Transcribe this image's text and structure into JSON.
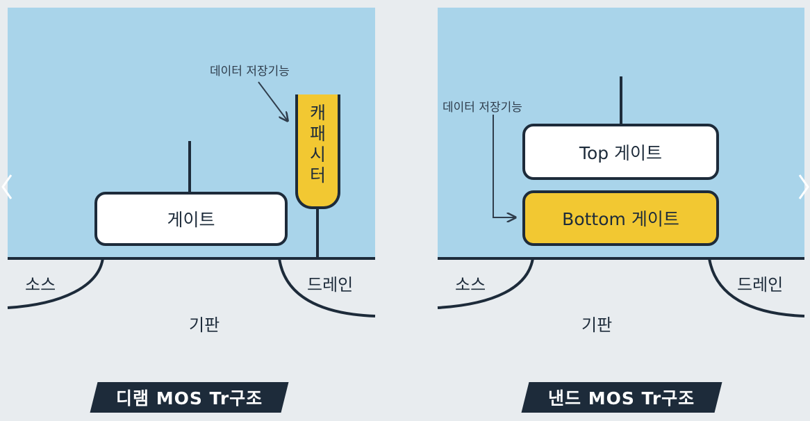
{
  "left": {
    "data_storage_label": "데이터 저장기능",
    "capacitor_chars": [
      "캐",
      "패",
      "시",
      "터"
    ],
    "gate_label": "게이트",
    "source_label": "소스",
    "drain_label": "드레인",
    "substrate_label": "기판",
    "title": "디램 MOS Tr구조"
  },
  "right": {
    "data_storage_label": "데이터 저장기능",
    "top_gate_label": "Top 게이트",
    "bottom_gate_label": "Bottom 게이트",
    "source_label": "소스",
    "drain_label": "드레인",
    "substrate_label": "기판",
    "title": "낸드 MOS Tr구조"
  },
  "colors": {
    "panel": "#a9d4ea",
    "background": "#e8ecef",
    "line": "#1d2b3a",
    "capacitor": "#f2c832",
    "bottom_gate": "#f2c832"
  },
  "icons": {
    "prev": "chevron-left-icon",
    "next": "chevron-right-icon"
  }
}
